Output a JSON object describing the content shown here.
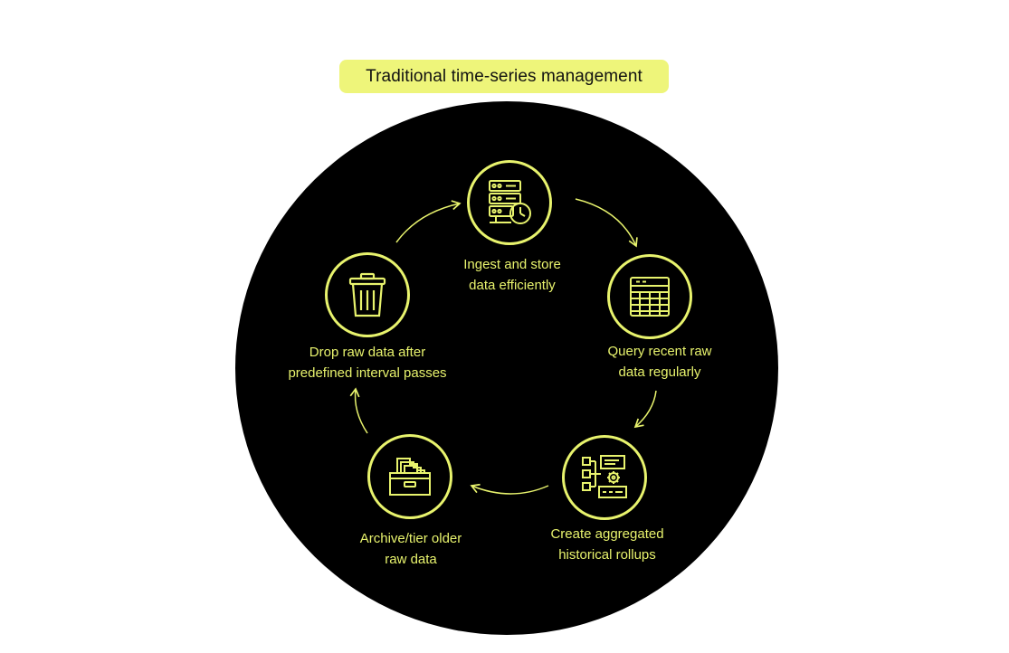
{
  "title": "Traditional time-series management",
  "colors": {
    "accent": "#e8f36d",
    "title_bg": "#eef57a",
    "disc": "#000000"
  },
  "steps": [
    {
      "icon": "server-clock-icon",
      "line1": "Ingest and store",
      "line2": "data efficiently"
    },
    {
      "icon": "table-grid-icon",
      "line1": "Query recent raw",
      "line2": "data regularly"
    },
    {
      "icon": "data-flow-gear-icon",
      "line1": "Create aggregated",
      "line2": "historical rollups"
    },
    {
      "icon": "file-drawer-icon",
      "line1": "Archive/tier older",
      "line2": "raw data"
    },
    {
      "icon": "trash-bin-icon",
      "line1": "Drop raw data after",
      "line2": "predefined interval passes"
    }
  ]
}
